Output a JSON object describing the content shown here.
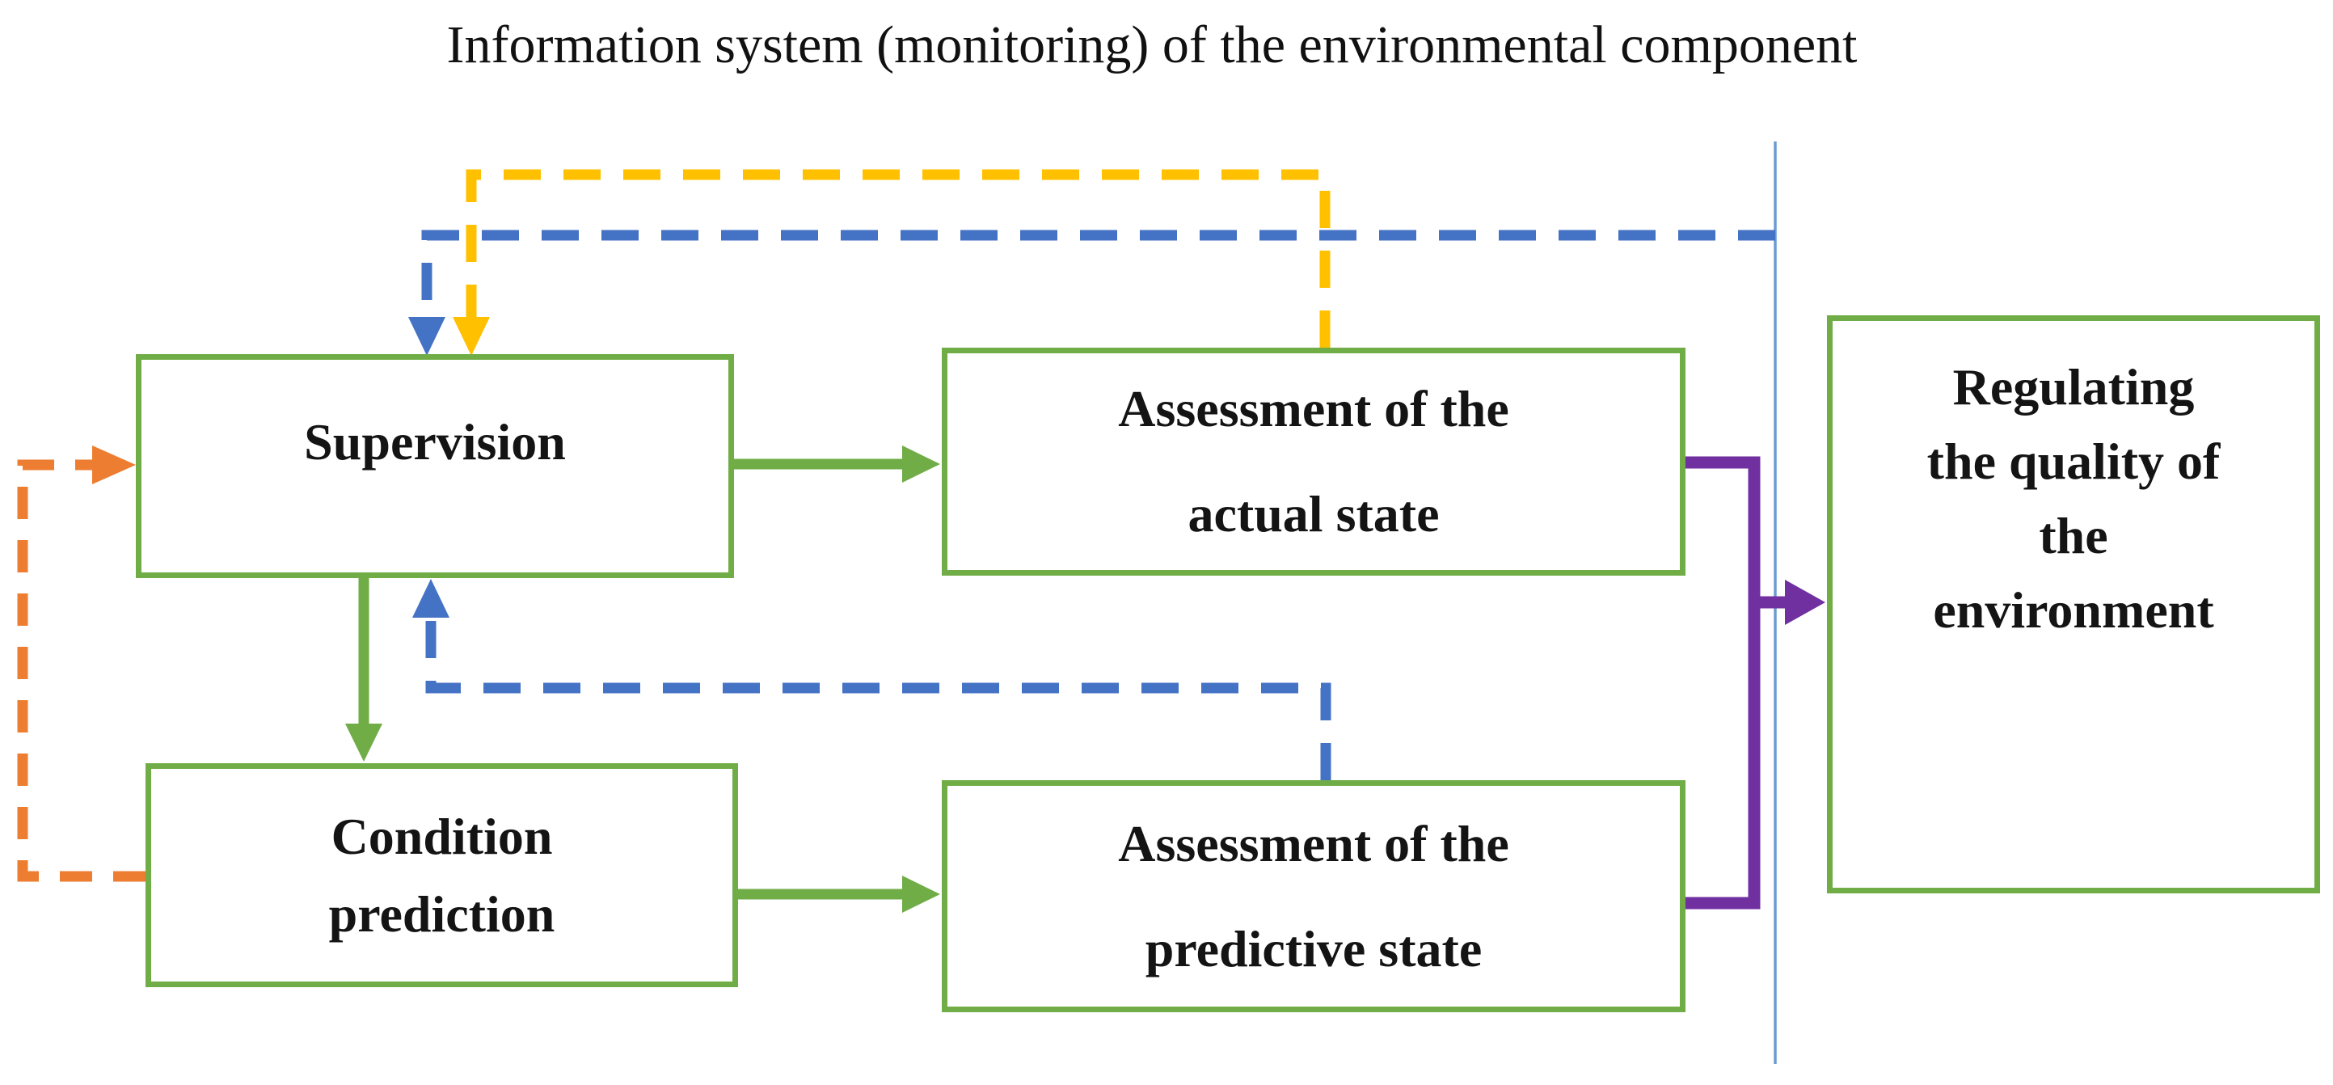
{
  "title": "Information system (monitoring) of the environmental component",
  "colors": {
    "green": "#70AD47",
    "blue": "#4472C4",
    "yellow": "#FFC000",
    "orange": "#ED7D31",
    "purple": "#7030A0",
    "divider_blue": "#6C9BD2",
    "box_border": "#70AD47",
    "text": "#141414",
    "background": "#ffffff"
  },
  "boxes": {
    "supervision": {
      "label": "Supervision"
    },
    "condition": {
      "lines": [
        "Condition",
        "prediction"
      ]
    },
    "assessment_actual": {
      "lines": [
        "Assessment of the",
        "actual state"
      ]
    },
    "assessment_predictive": {
      "lines": [
        "Assessment of the",
        "predictive state"
      ]
    },
    "regulating": {
      "lines": [
        "Regulating",
        "the quality of",
        "the",
        "environment"
      ]
    }
  },
  "connectors": [
    {
      "id": "supervision-to-assessment-actual",
      "from": "Supervision",
      "to": "Assessment of the actual state",
      "style": "solid",
      "color": "#70AD47"
    },
    {
      "id": "supervision-to-condition-prediction",
      "from": "Supervision",
      "to": "Condition prediction",
      "style": "solid",
      "color": "#70AD47"
    },
    {
      "id": "condition-prediction-to-assessment-predictive",
      "from": "Condition prediction",
      "to": "Assessment of the predictive state",
      "style": "solid",
      "color": "#70AD47"
    },
    {
      "id": "assessment-actual-feedback-to-supervision",
      "from": "Assessment of the actual state",
      "to": "Supervision",
      "style": "dashed",
      "color": "#FFC000"
    },
    {
      "id": "boundary-feedback-to-supervision",
      "from": "System boundary line",
      "to": "Supervision",
      "style": "dashed",
      "color": "#4472C4"
    },
    {
      "id": "assessment-predictive-feedback-to-supervision",
      "from": "Assessment of the predictive state",
      "to": "Supervision",
      "style": "dashed",
      "color": "#4472C4"
    },
    {
      "id": "condition-prediction-feedback-to-supervision",
      "from": "Condition prediction",
      "to": "Supervision",
      "style": "dashed",
      "color": "#ED7D31"
    },
    {
      "id": "assessments-to-regulating",
      "from": "Assessment of the actual and predictive state",
      "to": "Regulating the quality of the environment",
      "style": "solid",
      "color": "#7030A0"
    }
  ]
}
